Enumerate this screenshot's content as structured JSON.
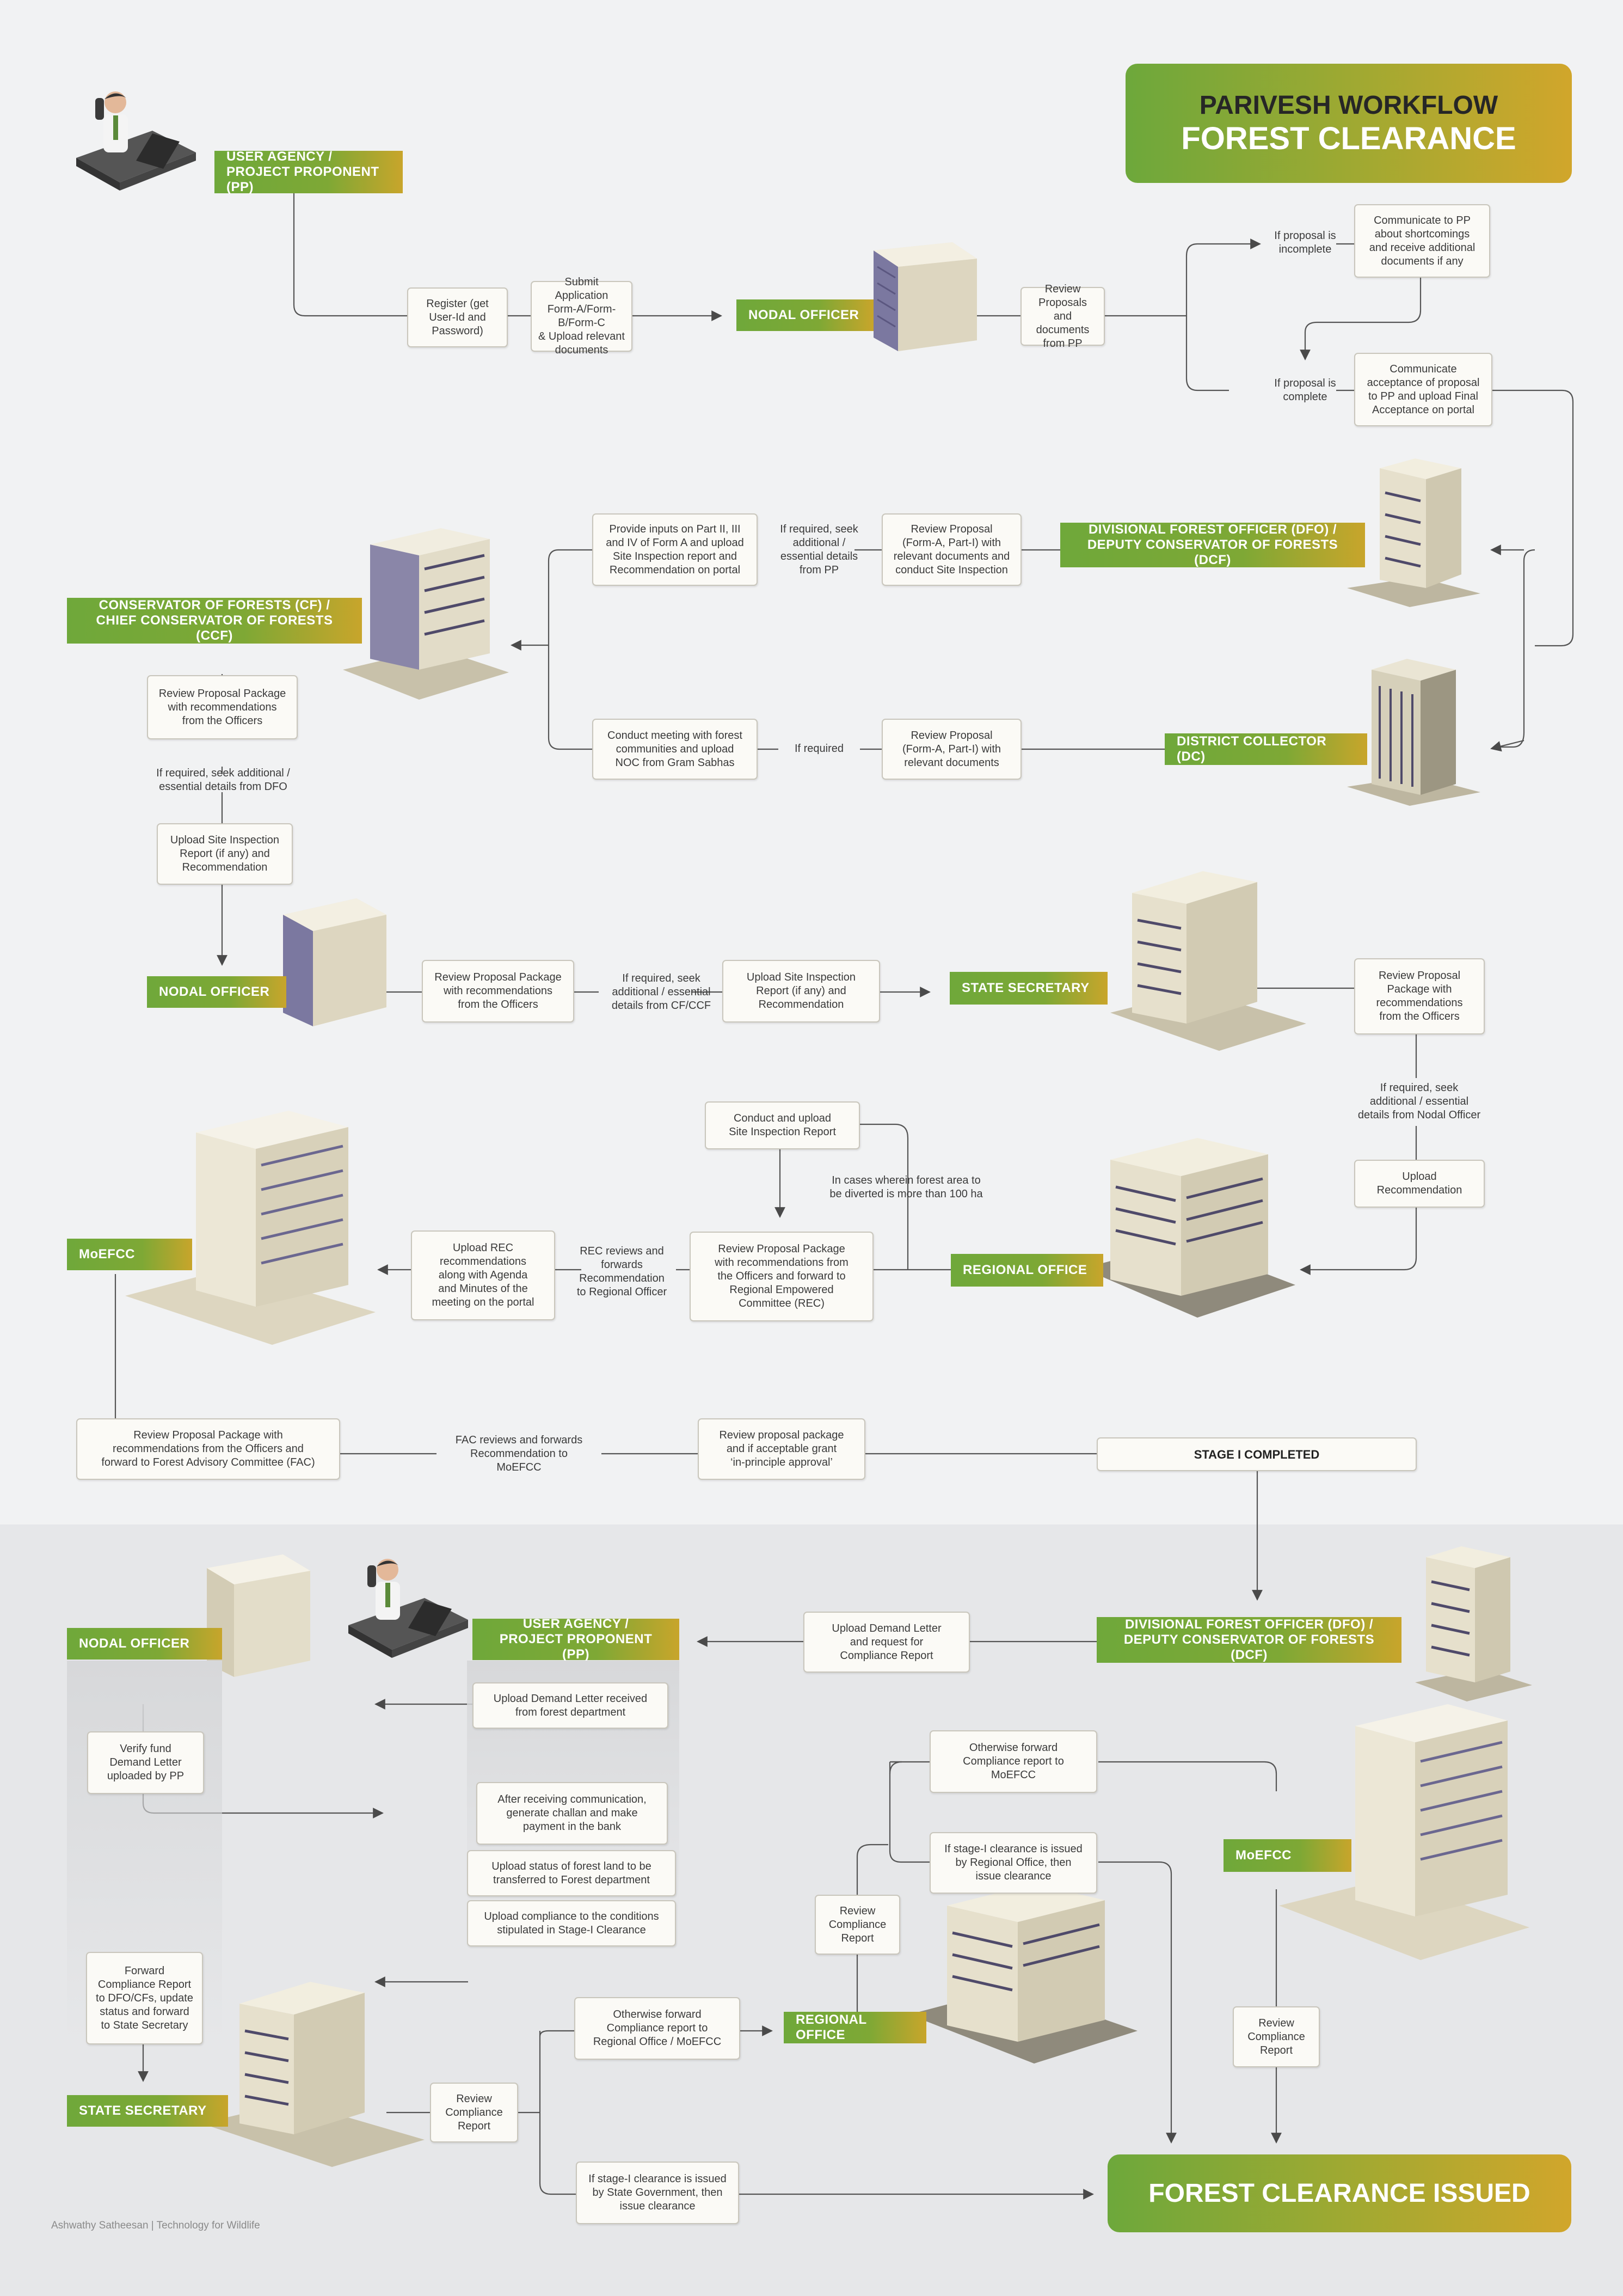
{
  "title": {
    "line1": "PARIVESH WORKFLOW",
    "line2": "FOREST CLEARANCE"
  },
  "actors": {
    "user_agency_1": "USER AGENCY /\nPROJECT PROPONENT (PP)",
    "nodal_officer_1": "NODAL OFFICER",
    "dfo_1": "DIVISIONAL FOREST OFFICER (DFO) /\nDEPUTY CONSERVATOR OF FORESTS (DCF)",
    "cf_ccf": "CONSERVATOR OF FORESTS (CF) /\nCHIEF CONSERVATOR OF FORESTS (CCF)",
    "district_collector": "DISTRICT COLLECTOR (DC)",
    "nodal_officer_2": "NODAL OFFICER",
    "state_secretary_1": "STATE SECRETARY",
    "regional_office_1": "REGIONAL OFFICE",
    "moefcc_1": "MoEFCC",
    "dfo_2": "DIVISIONAL FOREST OFFICER (DFO) /\nDEPUTY CONSERVATOR OF FORESTS (DCF)",
    "user_agency_2": "USER AGENCY /\nPROJECT PROPONENT (PP)",
    "nodal_officer_3": "NODAL OFFICER",
    "moefcc_2": "MoEFCC",
    "regional_office_2": "REGIONAL OFFICE",
    "state_secretary_2": "STATE SECRETARY"
  },
  "steps": {
    "register": "Register (get\nUser-Id and\nPassword)",
    "submit_application": "Submit Application\nForm-A/Form-B/Form-C\n& Upload relevant\ndocuments",
    "review_proposals_docs": "Review Proposals\nand documents\nfrom PP",
    "if_incomplete": "If proposal is\nincomplete",
    "communicate_shortcomings": "Communicate to PP\nabout shortcomings\nand receive additional\ndocuments if any",
    "if_complete": "If proposal is\ncomplete",
    "communicate_acceptance": "Communicate\nacceptance of proposal\nto PP and upload Final\nAcceptance on portal",
    "provide_inputs": "Provide inputs on Part II, III\nand IV of Form A and upload\nSite Inspection report and\nRecommendation on portal",
    "seek_details_pp": "If required, seek\nadditional /\nessential details\nfrom PP",
    "review_site_inspection": "Review Proposal\n(Form-A, Part-I) with\nrelevant documents and\nconduct Site Inspection",
    "conduct_meeting": "Conduct meeting with forest\ncommunities and upload\nNOC from Gram Sabhas",
    "if_required": "If required",
    "review_dc": "Review Proposal\n(Form-A, Part-I) with\nrelevant documents",
    "review_package_officers": "Review Proposal Package\nwith recommendations\nfrom the Officers",
    "seek_details_dfo": "If required, seek additional /\nessential details from DFO",
    "upload_site_report_1": "Upload Site Inspection\nReport (if any) and\nRecommendation",
    "review_package_nodal": "Review Proposal Package\nwith recommendations\nfrom the Officers",
    "seek_details_cf": "If required, seek\nadditional / essential\ndetails from CF/CCF",
    "upload_site_report_2": "Upload Site Inspection\nReport (if any) and\nRecommendation",
    "review_package_state": "Review Proposal\nPackage with\nrecommendations\nfrom the Officers",
    "seek_details_nodal": "If required, seek\nadditional / essential\ndetails from Nodal Officer",
    "upload_recommendation": "Upload\nRecommendation",
    "conduct_site_inspection": "Conduct and upload\nSite Inspection Report",
    "if_over_100ha": "In cases wherein forest area to\nbe diverted is more than 100 ha",
    "review_forward_rec": "Review Proposal Package\nwith recommendations from\nthe Officers and forward to\nRegional Empowered\nCommittee (REC)",
    "rec_reviews": "REC reviews and\nforwards\nRecommendation\nto Regional Officer",
    "upload_rec": "Upload REC\nrecommendations\nalong with Agenda\nand Minutes of the\nmeeting on the portal",
    "review_forward_fac": "Review Proposal Package with\nrecommendations from the Officers and\nforward to Forest Advisory Committee (FAC)",
    "fac_reviews": "FAC reviews and forwards\nRecommendation to\nMoEFCC",
    "in_principle": "Review proposal package\nand if acceptable grant\n‘in-principle approval’",
    "stage1": "STAGE I COMPLETED",
    "upload_demand_letter": "Upload Demand Letter\nand request for\nCompliance Report",
    "demand_letter_received": "Upload Demand Letter received\nfrom forest department",
    "verify_fund": "Verify fund\nDemand Letter\nuploaded by PP",
    "generate_challan": "After receiving communication,\ngenerate challan and make\npayment in the bank",
    "upload_land_status": "Upload status of forest land to be\ntransferred to Forest department",
    "upload_compliance": "Upload compliance to the conditions\nstipulated in Stage-I Clearance",
    "forward_compliance": "Forward\nCompliance Report\nto DFO/CFs, update\nstatus and forward\nto State Secretary",
    "otherwise_forward_moefcc": "Otherwise forward\nCompliance report to\nMoEFCC",
    "if_regional_issued": "If stage-I clearance is issued\nby Regional Office, then\nissue clearance",
    "review_compliance_ro": "Review\nCompliance\nReport",
    "review_compliance_moefcc": "Review\nCompliance\nReport",
    "otherwise_forward_ro": "Otherwise forward\nCompliance report to\nRegional Office / MoEFCC",
    "review_compliance_state": "Review\nCompliance\nReport",
    "if_state_issued": "If stage-I clearance is issued\nby State Government, then\nissue clearance"
  },
  "final": "FOREST CLEARANCE ISSUED",
  "footer": "Ashwathy Satheesan | Technology for Wildlife"
}
